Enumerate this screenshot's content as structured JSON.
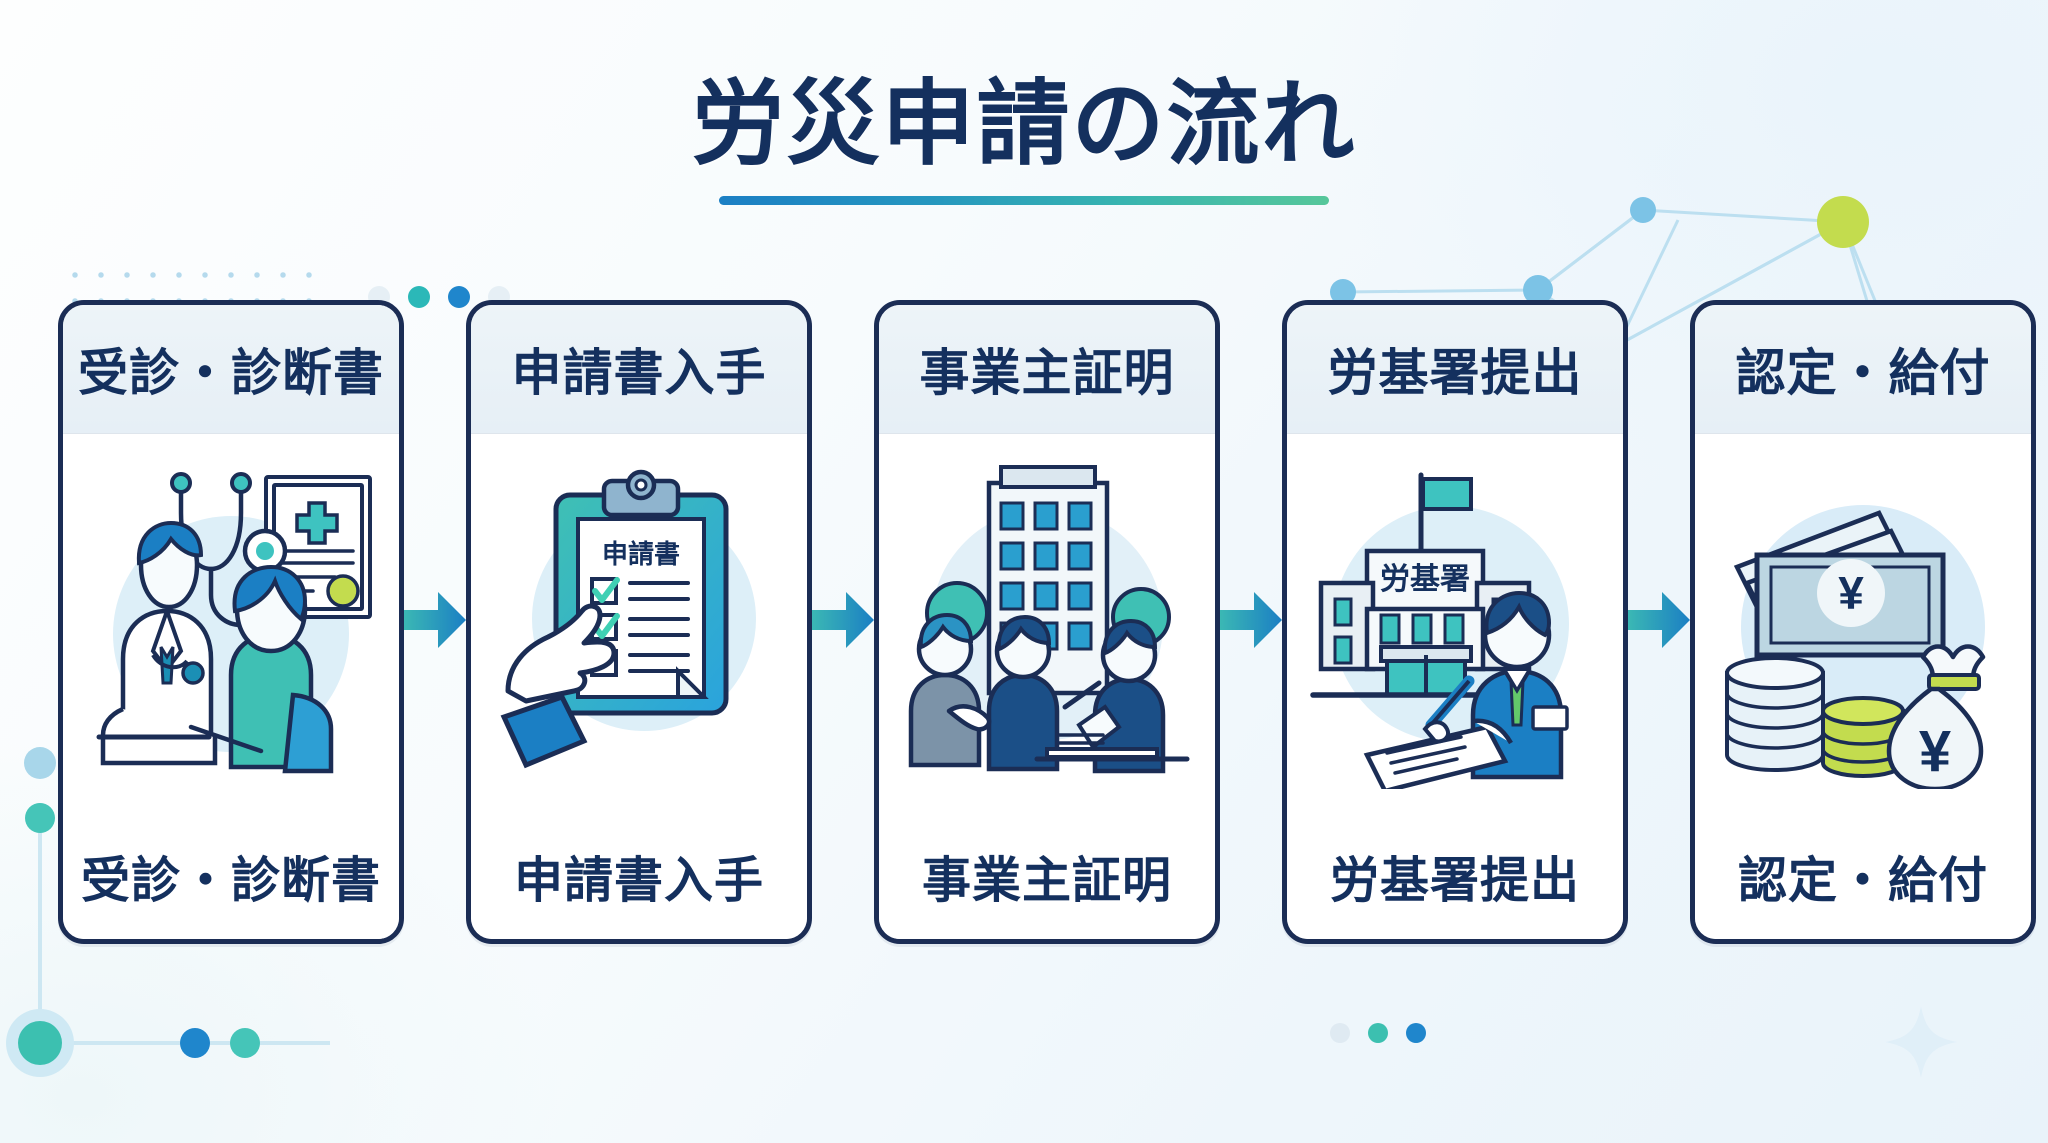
{
  "header": {
    "title": "労災申請の流れ",
    "rule_gradient_from": "#1b7fc4",
    "rule_gradient_to": "#56c79a"
  },
  "theme": {
    "navy": "#14305e",
    "border_navy": "#1b2d55",
    "card_header_bg": "#e9f1f7",
    "accent_blue": "#1b7fc4",
    "accent_teal": "#37b4b0",
    "accent_lime": "#b9d94a",
    "page_bg": "#f4fafd"
  },
  "flow": {
    "arrow_icon": "arrow-right-icon",
    "arrow_gradient_from": "#3bb8b4",
    "arrow_gradient_to": "#1b7fc4",
    "steps": [
      {
        "id": "step-1",
        "header": "受診・診断書",
        "caption": "受診・診断書",
        "illustration": "doctor-patient-certificate",
        "art_labels": []
      },
      {
        "id": "step-2",
        "header": "申請書入手",
        "caption": "申請書入手",
        "illustration": "hand-holding-clipboard",
        "art_labels": [
          "申請書"
        ]
      },
      {
        "id": "step-3",
        "header": "事業主証明",
        "caption": "事業主証明",
        "illustration": "office-building-handshake",
        "art_labels": []
      },
      {
        "id": "step-4",
        "header": "労基署提出",
        "caption": "労基署提出",
        "illustration": "labor-bureau-submission",
        "art_labels": [
          "労基署"
        ]
      },
      {
        "id": "step-5",
        "header": "認定・給付",
        "caption": "認定・給付",
        "illustration": "money-benefits",
        "art_labels": [
          "¥",
          "¥"
        ]
      }
    ]
  },
  "decor": {
    "dot_grid": "dot-grid-pattern",
    "network": "network-nodes-graphic",
    "top_dots": [
      "#e3eef5",
      "#2bb8b8",
      "#1f86cc",
      "#e3eef5"
    ],
    "bottom_dots": [
      "#1f86cc",
      "#3ec2b4"
    ],
    "right_dots": [
      "#4da8dd",
      "#4da8dd",
      "#4da8dd"
    ],
    "sparkle": "sparkle-icon"
  }
}
